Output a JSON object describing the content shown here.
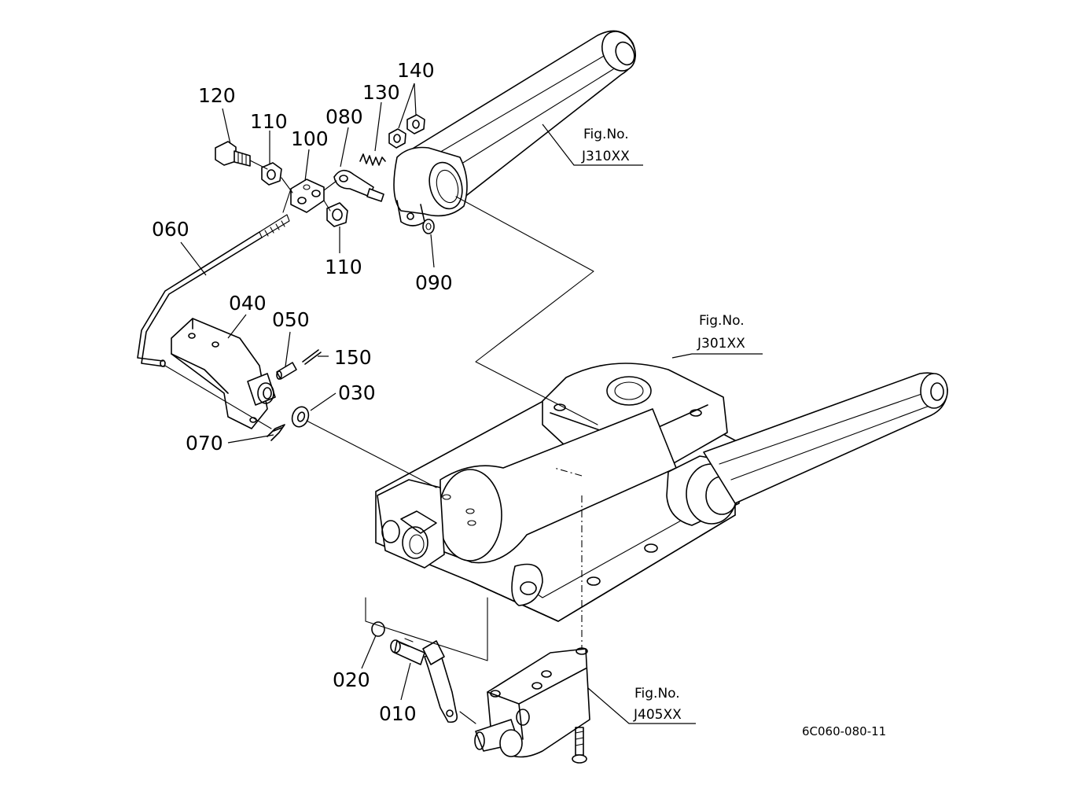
{
  "part_labels": {
    "p010": "010",
    "p020": "020",
    "p030": "030",
    "p040": "040",
    "p050": "050",
    "p060": "060",
    "p070": "070",
    "p080": "080",
    "p090": "090",
    "p100": "100",
    "p110a": "110",
    "p110b": "110",
    "p120": "120",
    "p130": "130",
    "p140": "140",
    "p150": "150"
  },
  "figure_refs": {
    "arm": {
      "prefix": "Fig.No.",
      "code": "J310XX"
    },
    "housing": {
      "prefix": "Fig.No.",
      "code": "J301XX"
    },
    "valve": {
      "prefix": "Fig.No.",
      "code": "J405XX"
    }
  },
  "drawing_code": "6C060-080-11"
}
